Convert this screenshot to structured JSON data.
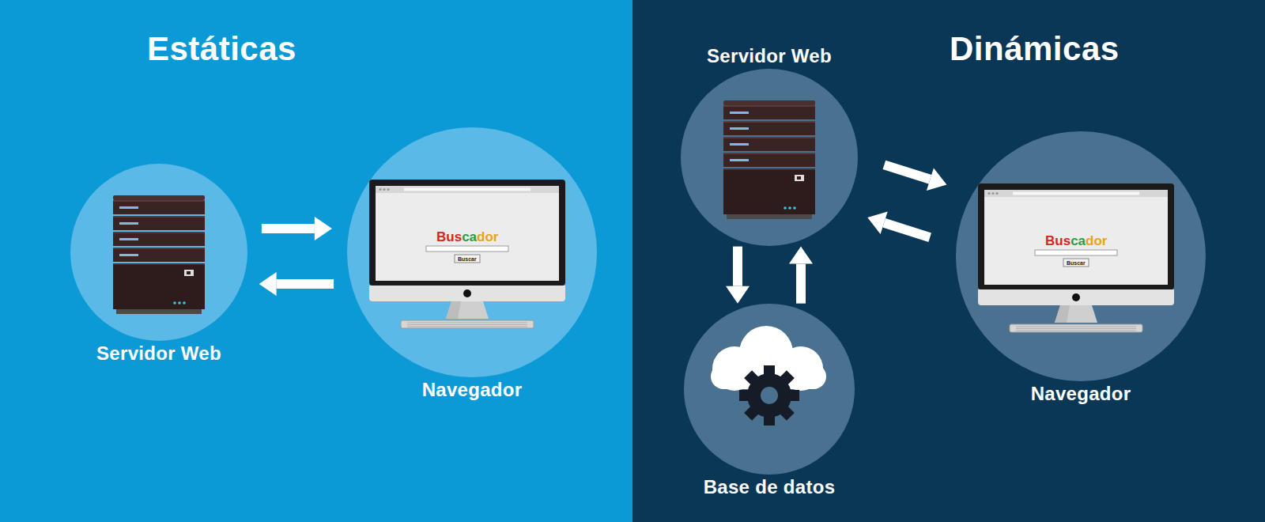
{
  "diagram": {
    "nodes": [
      {
        "text": [
          "Estáticas"
        ]
      },
      {
        "text": [
          "Servidor Web"
        ],
        "in": 0
      },
      {
        "text": [
          "Navegador"
        ],
        "in": 0
      },
      {
        "text": [
          "Dinámicas"
        ]
      },
      {
        "text": [
          "Servidor Web"
        ],
        "in": 3
      },
      {
        "text": [
          "Navegador"
        ],
        "in": 3
      },
      {
        "text": [
          "Base de datos"
        ],
        "in": 3
      }
    ],
    "edges": [
      {
        "from": 1,
        "to": 2,
        "arrow": "to"
      },
      {
        "from": 2,
        "to": 1,
        "arrow": "to"
      },
      {
        "from": 4,
        "to": 5,
        "arrow": "to"
      },
      {
        "from": 5,
        "to": 4,
        "arrow": "to"
      },
      {
        "from": 4,
        "to": 6,
        "arrow": "to"
      },
      {
        "from": 6,
        "to": 4,
        "arrow": "to"
      }
    ],
    "labels": [
      "Buscador",
      "Buscar",
      "Buscador",
      "Buscar"
    ]
  }
}
